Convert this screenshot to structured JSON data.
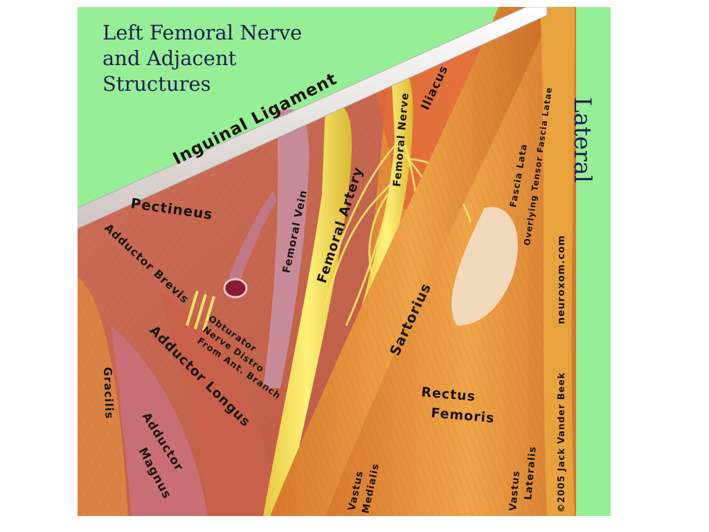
{
  "title": {
    "line1": "Left Femoral Nerve",
    "line2": "and Adjacent",
    "line3": "Structures"
  },
  "orientation_label": "Lateral",
  "labels": {
    "inguinal_ligament": "Inguinal Ligament",
    "pectineus": "Pectineus",
    "adductor_brevis": "Adductor Brevis",
    "obturator_line1": "Obturator",
    "obturator_line2": "Nerve Distro",
    "obturator_line3": "From Ant. Branch",
    "adductor_longus": "Adductor Longus",
    "gracilis": "Gracilis",
    "adductor_magnus_line1": "Adductor",
    "adductor_magnus_line2": "Magnus",
    "femoral_vein": "Femoral Vein",
    "femoral_artery": "Femoral Artery",
    "femoral_nerve": "Femoral Nerve",
    "iliacus": "Iliacus",
    "sartorius": "Sartorius",
    "rectus_line1": "Rectus",
    "rectus_line2": "Femoris",
    "vastus_medialis_line1": "Vastus",
    "vastus_medialis_line2": "Medialis",
    "vastus_lateralis_line1": "Vastus",
    "vastus_lateralis_line2": "Lateralis",
    "fascia_line1": "Fascia Lata",
    "fascia_line2": "Overlying Tensor Fascia Latae",
    "website": "neuroxom.com",
    "copyright": "©2005 Jack Vander Beek"
  },
  "colors": {
    "background": "#96ee96",
    "muscle_red": "#c8684e",
    "muscle_orange": "#e8943a",
    "nerve_yellow": "#f2dc55",
    "ligament": "#e9e4e0",
    "title_ink": "#1f1f52"
  }
}
